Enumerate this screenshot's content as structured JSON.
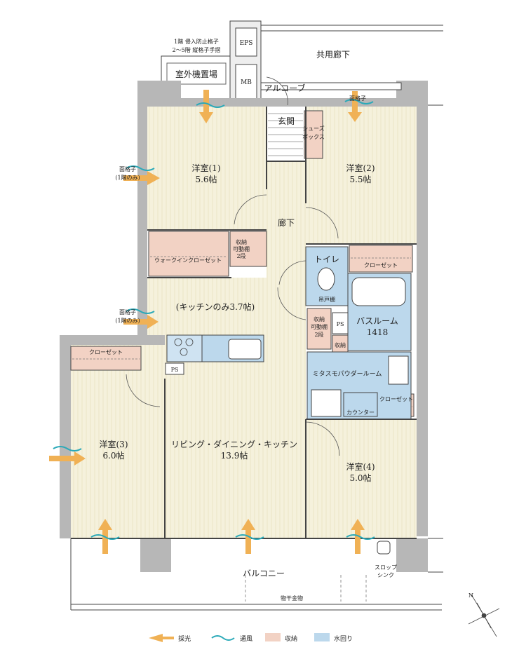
{
  "rooms": {
    "western1": {
      "name": "洋室(1)",
      "size": "5.6帖"
    },
    "western2": {
      "name": "洋室(2)",
      "size": "5.5帖"
    },
    "western3": {
      "name": "洋室(3)",
      "size": "6.0帖"
    },
    "western4": {
      "name": "洋室(4)",
      "size": "5.0帖"
    },
    "ldk": {
      "name": "リビング・ダイニング・キッチン",
      "size": "13.9帖"
    },
    "kitchen_note": "(キッチンのみ3.7帖)",
    "corridor": "廊下",
    "entrance": "玄関",
    "alcove": "アルコーブ",
    "shared_corridor": "共用廊下",
    "toilet": "トイレ",
    "bathroom": {
      "name": "バスルーム",
      "size": "1418"
    },
    "powder_room": "ミタスモパウダールーム",
    "counter": "カウンター",
    "balcony": "バルコニー",
    "laundry_pole": "物干金物",
    "slop_sink": [
      "スロップ",
      "シンク"
    ]
  },
  "storage": {
    "walk_in_closet": "ウォークインクローゼット",
    "closet": "クローゼット",
    "adjustable_shelf": [
      "収納",
      "可動棚",
      "2段"
    ],
    "hanging_shelf": "吊戸棚",
    "storage_short": "収納",
    "shoe_box": [
      "シューズ",
      "ボックス"
    ]
  },
  "utilities": {
    "eps": "EPS",
    "mb": "MB",
    "ps": "PS",
    "outdoor_unit": "室外機置場"
  },
  "notes": {
    "lattice_note": [
      "1階 侵入防止格子",
      "2～5階 縦格子手摺"
    ],
    "face_lattice": "面格子",
    "first_floor_only": "(1階のみ)"
  },
  "legend": {
    "daylight": "採光",
    "ventilation": "通風",
    "storage": "収納",
    "water": "水回り"
  },
  "colors": {
    "room_floor": "#f4f1de",
    "storage_pink": "#f2d2c4",
    "water_blue": "#bcd8ec",
    "wall": "#b7b7b7",
    "daylight_orange": "#f0b155",
    "ventilation_teal": "#2aa9b8"
  }
}
